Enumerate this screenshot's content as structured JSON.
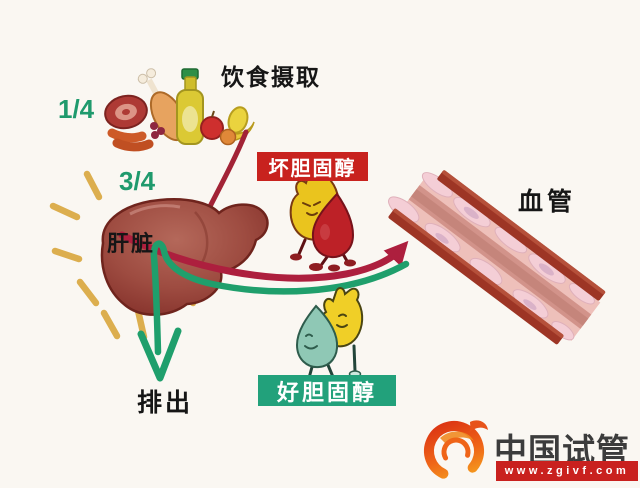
{
  "labels": {
    "intake": "饮食摄取",
    "intake_fraction": "1/4",
    "liver_fraction": "3/4",
    "liver": "肝脏",
    "bad_cholesterol": "坏胆固醇",
    "good_cholesterol": "好胆固醇",
    "vessel": "血管",
    "excrete": "排出"
  },
  "watermark": {
    "brand": "中国试管",
    "url": "www.zgivf.com"
  },
  "icons": {
    "food": "food-illustration",
    "liver": "liver-illustration",
    "vessel": "blood-vessel-illustration",
    "bad_character": "bad-cholesterol-character",
    "good_character": "good-cholesterol-character",
    "logo": "phoenix-logo-icon"
  },
  "colors": {
    "background": "#faf7f2",
    "bad_label_bg": "#c8221e",
    "good_label_bg": "#22a17b",
    "fraction_green": "#1f9a6d",
    "arrow_red": "#ad1f3e",
    "arrow_green": "#1f9f6c",
    "liver_brown": "#9e4c41",
    "vessel_wall": "#9d3525",
    "vessel_lumen": "#eec0ba",
    "ray_yellow": "#dcae4e",
    "watermark_red": "#c9211e",
    "watermark_text": "#3c3c3c"
  }
}
